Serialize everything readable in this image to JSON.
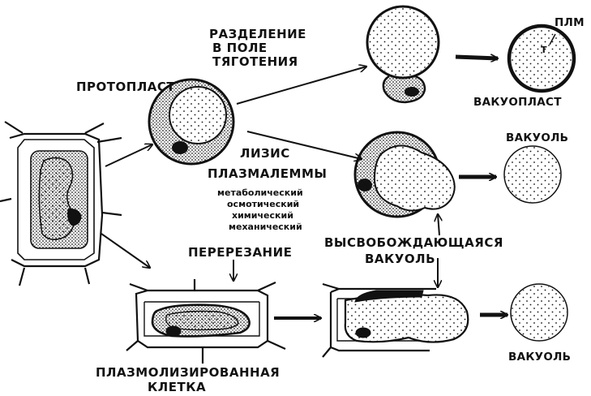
{
  "labels": {
    "protoplast": "ПРОТОПЛАСТ",
    "separation": [
      "РАЗДЕЛЕНИЕ",
      "В ПОЛЕ",
      "ТЯГОТЕНИЯ"
    ],
    "plm": "ПЛМ",
    "t": "Т",
    "vacuoplast": "ВАКУОПЛАСТ",
    "lysis": [
      "ЛИЗИС",
      "ПЛАЗМАЛЕММЫ"
    ],
    "lysis_types": [
      "метаболический",
      "осмотический",
      "химический",
      "механический"
    ],
    "vacuole_top": "ВАКУОЛЬ",
    "releasing_vacuole": [
      "ВЫСВОБОЖДАЮЩАЯСЯ",
      "ВАКУОЛЬ"
    ],
    "cutting": "ПЕРЕРЕЗАНИЕ",
    "plasmolyzed_cell": [
      "ПЛАЗМОЛИЗИРОВАННАЯ",
      "КЛЕТКА"
    ],
    "vacuole_bottom": "ВАКУОЛЬ"
  },
  "colors": {
    "ink": "#111111",
    "paper": "#ffffff"
  }
}
